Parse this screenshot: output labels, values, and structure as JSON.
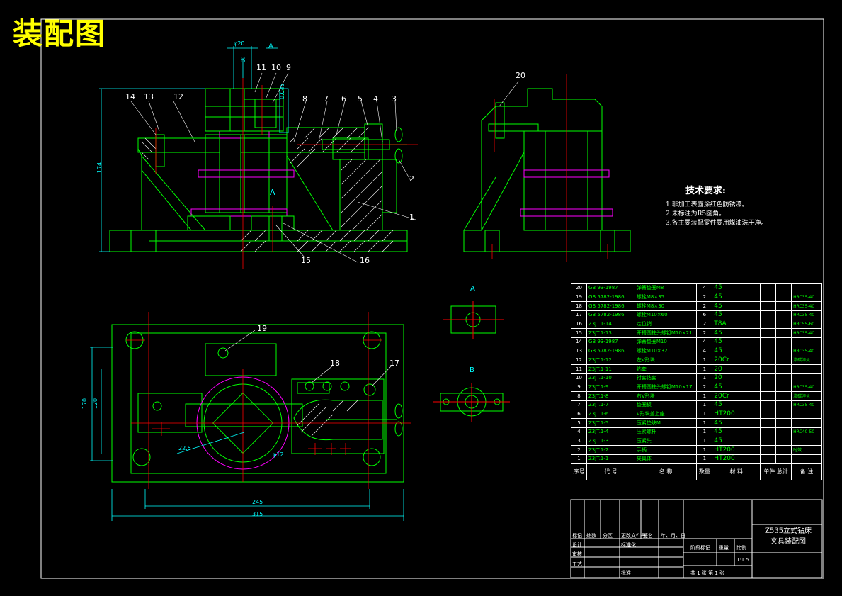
{
  "title": "装配图",
  "tech_requirements": {
    "heading": "技术要求:",
    "items": [
      "1.非加工表面涂红色防锈漆。",
      "2.未标注为R5圆角。",
      "3.各主要装配零件要用煤油洗干净。"
    ]
  },
  "view_labels": {
    "a_letter": "A",
    "b_letter": "B",
    "section_a": "A",
    "section_b": "B",
    "arrow_b": "B",
    "arrow_a": "A"
  },
  "dimensions": {
    "phi20": "φ20",
    "height174": "174",
    "dim245": "245",
    "dim315": "315",
    "dim170": "170",
    "dim120": "120",
    "angle": "22.5",
    "phi12": "φ12",
    "tol": "0.045"
  },
  "part_labels": [
    "1",
    "2",
    "3",
    "4",
    "5",
    "6",
    "7",
    "8",
    "9",
    "10",
    "11",
    "12",
    "13",
    "14",
    "15",
    "16",
    "17",
    "18",
    "19",
    "20"
  ],
  "bom": [
    {
      "no": "20",
      "code": "GB 93-1987",
      "name": "弹簧垫圈M8",
      "qty": "4",
      "mat": "45",
      "note": ""
    },
    {
      "no": "19",
      "code": "GB 5782-1986",
      "name": "螺栓M8×35",
      "qty": "2",
      "mat": "45",
      "note": "HRC35-40"
    },
    {
      "no": "18",
      "code": "GB 5782-1986",
      "name": "螺栓M8×30",
      "qty": "2",
      "mat": "45",
      "note": "HRC35-40"
    },
    {
      "no": "17",
      "code": "GB 5782-1986",
      "name": "螺栓M10×60",
      "qty": "6",
      "mat": "45",
      "note": "HRC35-40"
    },
    {
      "no": "16",
      "code": "Z3JT.1-14",
      "name": "定位销",
      "qty": "2",
      "mat": "T8A",
      "note": "HRC55-60"
    },
    {
      "no": "15",
      "code": "Z3JT.1-13",
      "name": "开槽圆柱头螺钉M10×21",
      "qty": "2",
      "mat": "45",
      "note": "HRC35-40"
    },
    {
      "no": "14",
      "code": "GB 93-1987",
      "name": "弹簧垫圈M10",
      "qty": "4",
      "mat": "45",
      "note": ""
    },
    {
      "no": "13",
      "code": "GB 5782-1986",
      "name": "螺栓M10×32",
      "qty": "4",
      "mat": "45",
      "note": "HRC35-40"
    },
    {
      "no": "12",
      "code": "Z3JT.1-12",
      "name": "左V形块",
      "qty": "1",
      "mat": "20Cr",
      "note": "渗碳淬火"
    },
    {
      "no": "11",
      "code": "Z3JT.1-11",
      "name": "钻套",
      "qty": "1",
      "mat": "20",
      "note": ""
    },
    {
      "no": "10",
      "code": "Z3JT.1-10",
      "name": "衬套钻套",
      "qty": "1",
      "mat": "20",
      "note": ""
    },
    {
      "no": "9",
      "code": "Z3JT.1-9",
      "name": "开槽圆柱头螺钉M10×17",
      "qty": "2",
      "mat": "45",
      "note": "HRC35-40"
    },
    {
      "no": "8",
      "code": "Z3JT.1-8",
      "name": "右V形块",
      "qty": "1",
      "mat": "20Cr",
      "note": "渗碳淬火"
    },
    {
      "no": "7",
      "code": "Z3JT.1-7",
      "name": "垫圈板",
      "qty": "1",
      "mat": "45",
      "note": "HRC35-40"
    },
    {
      "no": "6",
      "code": "Z3JT.1-6",
      "name": "V形块盖上座",
      "qty": "1",
      "mat": "HT200",
      "note": ""
    },
    {
      "no": "5",
      "code": "Z3JT.1-5",
      "name": "压紧垫块M",
      "qty": "1",
      "mat": "45",
      "note": ""
    },
    {
      "no": "4",
      "code": "Z3JT.1-4",
      "name": "压紧螺杆",
      "qty": "1",
      "mat": "45",
      "note": "HRC40-50"
    },
    {
      "no": "3",
      "code": "Z3JT.1-3",
      "name": "压紧头",
      "qty": "1",
      "mat": "45",
      "note": ""
    },
    {
      "no": "2",
      "code": "Z3JT.1-2",
      "name": "手柄",
      "qty": "1",
      "mat": "HT200",
      "note": "时效"
    },
    {
      "no": "1",
      "code": "Z3JT.1-1",
      "name": "夹具体",
      "qty": "1",
      "mat": "HT200",
      "note": ""
    }
  ],
  "bom_header": {
    "no": "序号",
    "code": "代 号",
    "name": "名 称",
    "qty": "数量",
    "mat": "材 料",
    "weight": "单件 总计",
    "note": "备 注"
  },
  "title_block": {
    "drawing_title_1": "Z535立式钻床",
    "drawing_title_2": "夹具装配图",
    "row_mark": "标记",
    "row_count": "处数",
    "row_zone": "分区",
    "row_doc": "更改文件号",
    "row_sign": "签名",
    "row_date": "年、月、日",
    "design": "设计",
    "check": "审核",
    "process": "工艺",
    "std": "标准化",
    "approve": "批准",
    "stage": "阶段标记",
    "weight": "重量",
    "scale_label": "比例",
    "scale": "1:1.5",
    "sheets": "共 1 张  第 1 张"
  }
}
